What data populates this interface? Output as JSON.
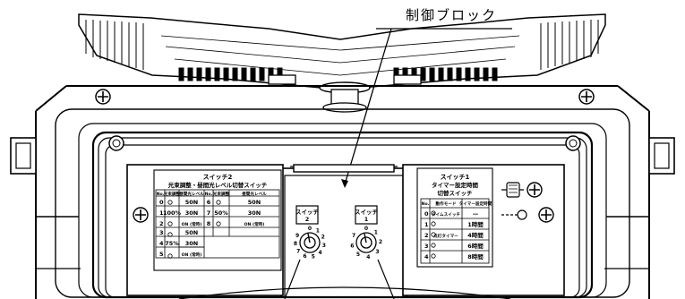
{
  "callout_label": "制御ブロック",
  "switch2_panel": {
    "title_line1": "スイッチ2",
    "title_line2": "光束調整・昼間光レベル切替スイッチ",
    "headers": [
      "No.",
      "光束調整",
      "昼間光レベル",
      "No.",
      "光束調整",
      "昼間光レベル"
    ],
    "left_rows": [
      {
        "no": "0",
        "pct": "",
        "lv": "50N"
      },
      {
        "no": "1",
        "pct": "100%",
        "lv": "30N"
      },
      {
        "no": "2",
        "pct": "",
        "lv": "ON (常時)"
      },
      {
        "no": "3",
        "pct": "",
        "lv": "50N"
      },
      {
        "no": "4",
        "pct": "75%",
        "lv": "30N"
      },
      {
        "no": "5",
        "pct": "",
        "lv": "ON (常時)"
      }
    ],
    "right_rows": [
      {
        "no": "6",
        "pct": "",
        "lv": "50N"
      },
      {
        "no": "7",
        "pct": "50%",
        "lv": "30N"
      },
      {
        "no": "8",
        "pct": "",
        "lv": "ON (常時)"
      }
    ]
  },
  "switch1_panel": {
    "title_line1": "スイッチ1",
    "title_line2": "タイマー設定時間",
    "title_line3": "切替スイッチ",
    "headers": [
      "No.",
      "動作モード",
      "タイマー設定時間"
    ],
    "rows": [
      {
        "no": "0",
        "mode": "タイムスイッチ",
        "time": "—"
      },
      {
        "no": "1",
        "mode": "",
        "time": "1時間"
      },
      {
        "no": "2",
        "mode": "点灯タイマー",
        "time": "4時間"
      },
      {
        "no": "3",
        "mode": "",
        "time": "6時間"
      },
      {
        "no": "4",
        "mode": "",
        "time": "8時間"
      }
    ]
  },
  "dial_switch2": {
    "label_line1": "スイッチ",
    "label_line2": "2",
    "ticks": [
      "0",
      "1",
      "2",
      "3",
      "4",
      "5",
      "6",
      "7",
      "8",
      "9"
    ]
  },
  "dial_switch1": {
    "label_line1": "スイッチ",
    "label_line2": "1",
    "ticks": [
      "0",
      "1",
      "2",
      "3",
      "4",
      "5",
      "6",
      "7"
    ]
  },
  "colors": {
    "line": "#000000",
    "background": "#ffffff"
  }
}
